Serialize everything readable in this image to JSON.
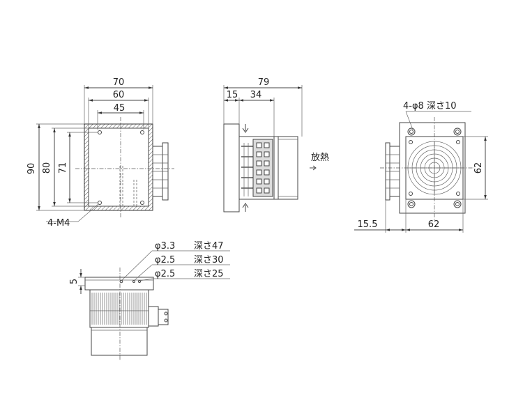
{
  "front_view": {
    "width_overall": "70",
    "width_inner": "60",
    "width_holes": "45",
    "height_overall": "90",
    "height_inner": "80",
    "height_holes": "71",
    "thread_callout": "4-M4"
  },
  "side_view": {
    "depth_overall": "79",
    "depth_flange": "15",
    "depth_terminal": "34",
    "heat_label": "放熱"
  },
  "rear_view": {
    "hole_callout": "4-φ8 深さ10",
    "fan_height": "62",
    "fan_width": "62",
    "offset": "15.5"
  },
  "bottom_view": {
    "flange_thickness": "5",
    "holes": [
      {
        "diameter": "φ3.3",
        "depth": "深さ47"
      },
      {
        "diameter": "φ2.5",
        "depth": "深さ30"
      },
      {
        "diameter": "φ2.5",
        "depth": "深さ25"
      }
    ]
  }
}
